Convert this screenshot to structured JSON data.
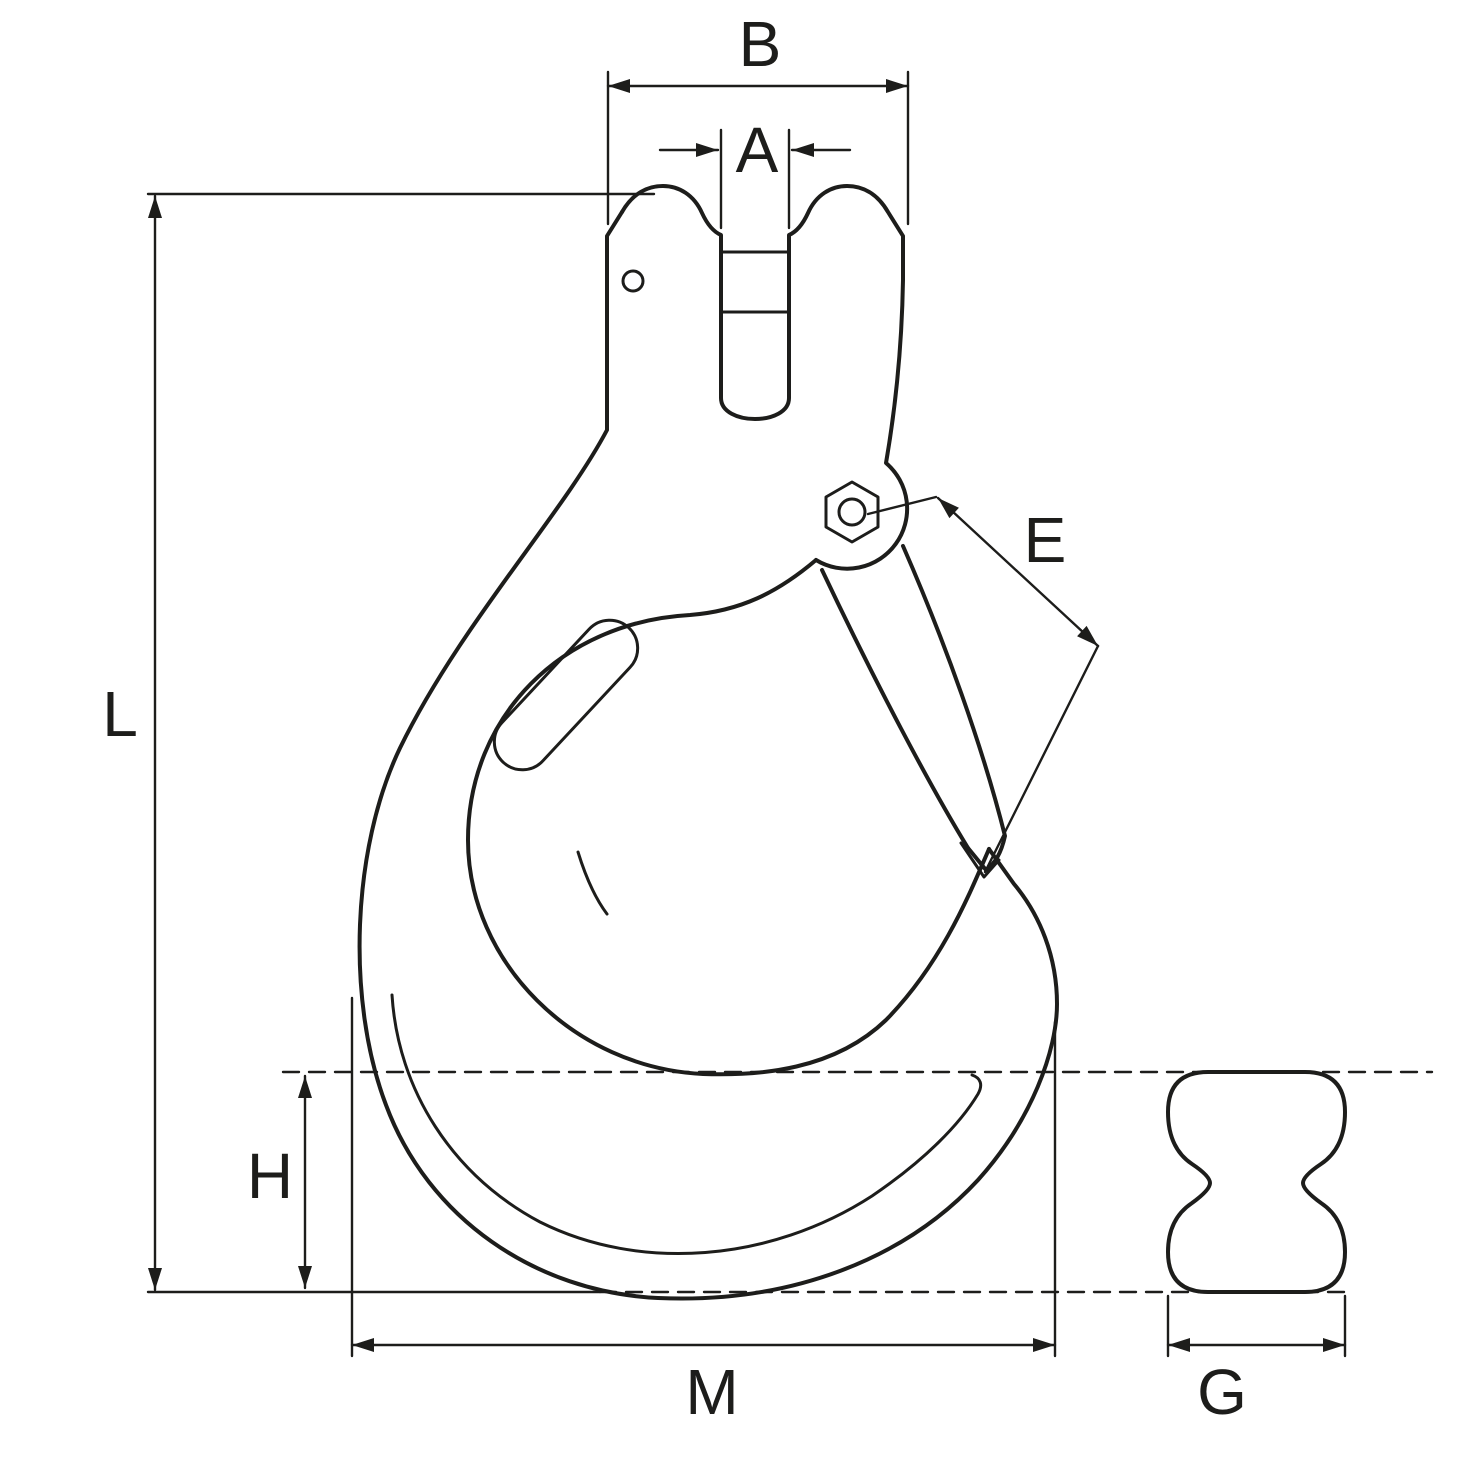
{
  "diagram": {
    "name": "clevis-sling-hook-dimension-drawing",
    "colors": {
      "line": "#1d1d1b",
      "background": "#ffffff"
    },
    "dimensions": {
      "B": "B",
      "A": "A",
      "L": "L",
      "E": "E",
      "H": "H",
      "M": "M",
      "G": "G"
    }
  }
}
